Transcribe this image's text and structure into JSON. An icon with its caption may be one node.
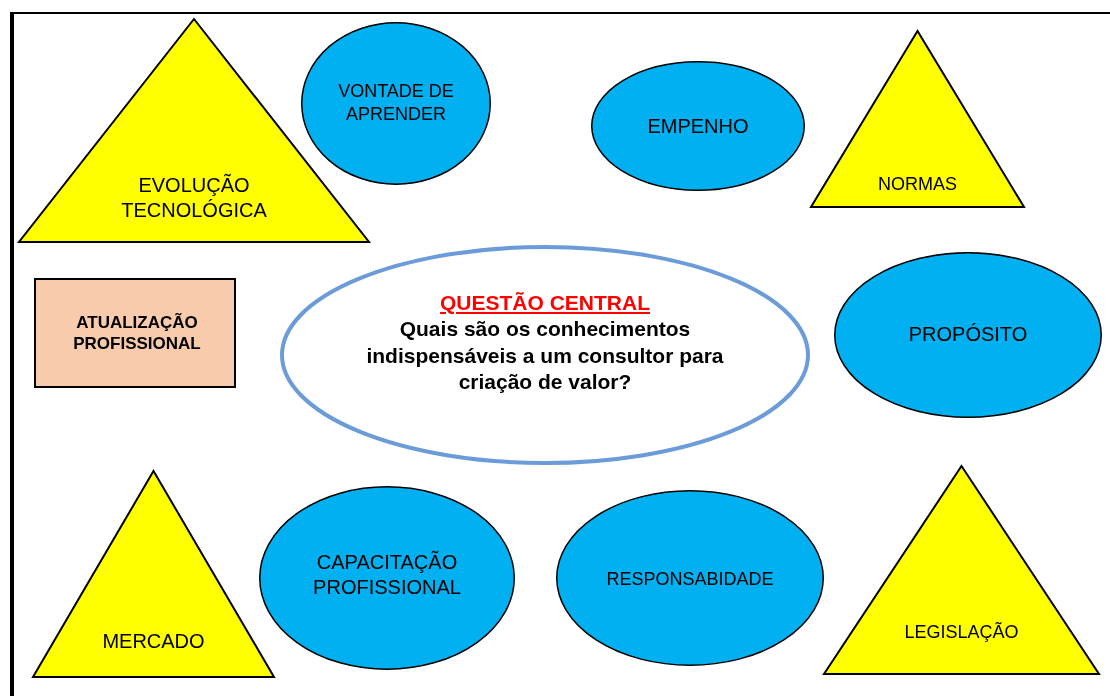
{
  "diagram": {
    "nodes": [
      {
        "text": [
          "EVOLUÇÃO TECNOLÓGICA"
        ]
      },
      {
        "text": [
          "VONTADE DE APRENDER"
        ]
      },
      {
        "text": [
          "EMPENHO"
        ]
      },
      {
        "text": [
          "NORMAS"
        ]
      },
      {
        "text": [
          "ATUALIZAÇÃO PROFISSIONAL"
        ]
      },
      {
        "text": [
          "QUESTÃO CENTRAL",
          "Quais são os conhecimentos indispensáveis a um consultor para criação de valor?"
        ]
      },
      {
        "text": [
          "PROPÓSITO"
        ]
      },
      {
        "text": [
          "MERCADO"
        ]
      },
      {
        "text": [
          "CAPACITAÇÃO PROFISSIONAL"
        ]
      },
      {
        "text": [
          "RESPONSABIDADE"
        ]
      },
      {
        "text": [
          "LEGISLAÇÃO"
        ]
      }
    ],
    "edges": []
  }
}
